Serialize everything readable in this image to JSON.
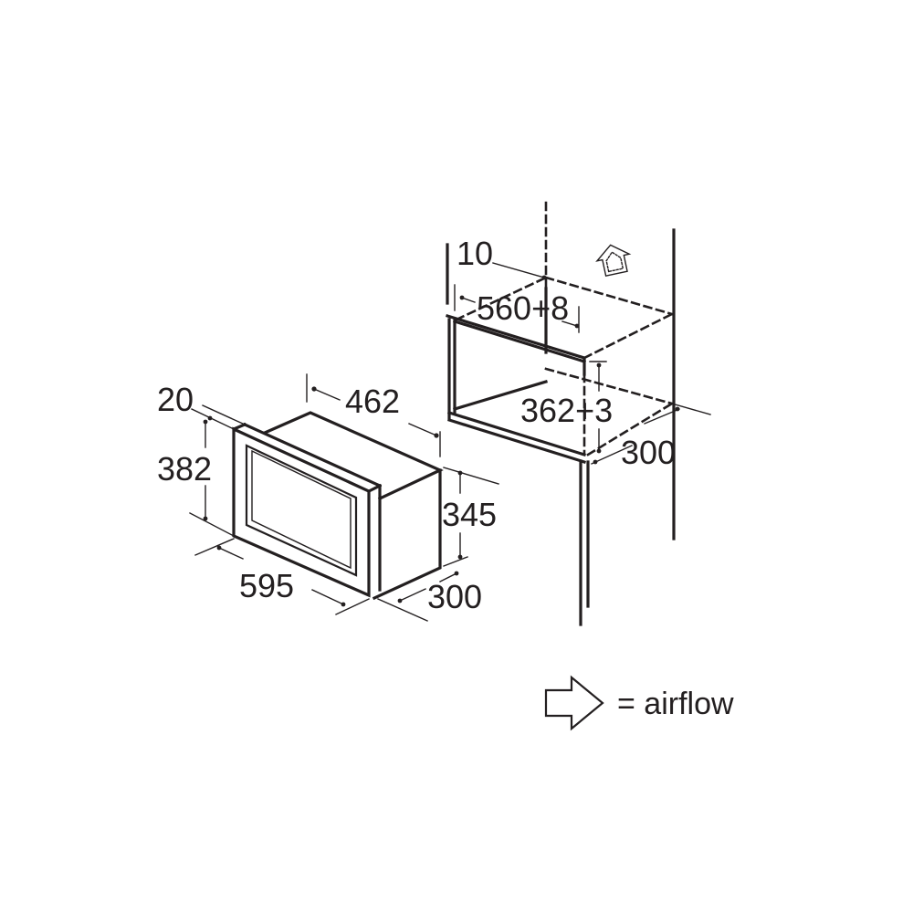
{
  "appliance_dims": {
    "frame_depth": "20",
    "height": "382",
    "body_depth": "462",
    "body_height": "345",
    "width": "595",
    "depth": "300"
  },
  "niche_dims": {
    "clearance": "10",
    "width": "560+8",
    "height": "362+3",
    "depth": "300"
  },
  "legend": {
    "label": "= airflow",
    "icon": "outline-arrow-icon"
  },
  "colors": {
    "line": "#231f20",
    "background": "#ffffff"
  }
}
